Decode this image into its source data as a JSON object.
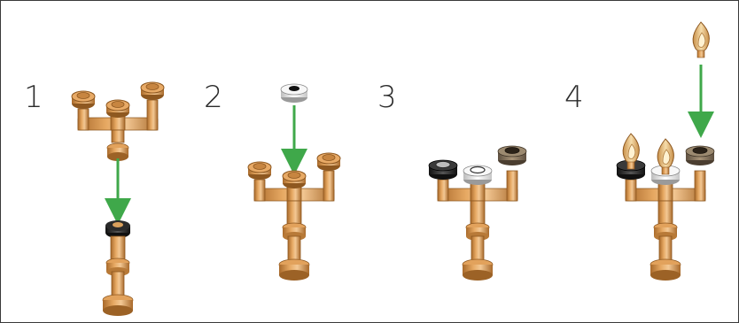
{
  "steps": [
    {
      "number": "1"
    },
    {
      "number": "2"
    },
    {
      "number": "3"
    },
    {
      "number": "4"
    }
  ],
  "colors": {
    "tan": "#d99a55",
    "tan_dark": "#a86a2a",
    "tan_light": "#f1c48a",
    "arrow": "#3fa84a",
    "black_ring": "#1a1a1a",
    "white_ring": "#f4f4f4",
    "dark_tan_ring": "#8c7a62",
    "flame": "#e9c07c"
  },
  "icons": [
    "candelabra-icon",
    "candle-stick-icon",
    "ring-plate-icon",
    "flame-icon",
    "arrow-icon"
  ]
}
